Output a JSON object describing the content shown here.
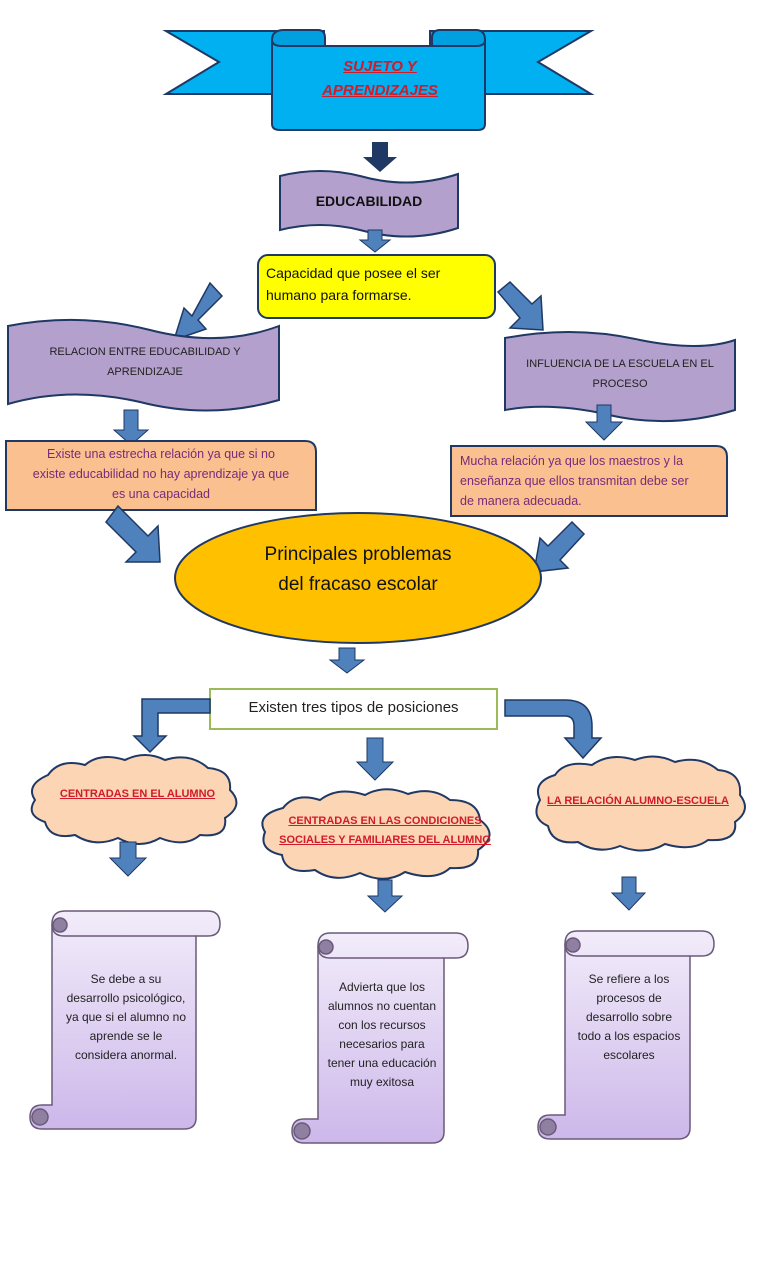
{
  "title": {
    "line1": "SUJETO Y",
    "line2": "APRENDIZAJES"
  },
  "educabilidad": {
    "label": "EDUCABILIDAD"
  },
  "definition": {
    "line1": "Capacidad que posee el ser",
    "line2": "humano para formarse."
  },
  "left_branch": {
    "heading_line1": "RELACION ENTRE EDUCABILIDAD Y",
    "heading_line2": "APRENDIZAJE",
    "text_line1": "Existe una estrecha relación  ya que si no",
    "text_line2": "existe educabilidad no hay aprendizaje ya que",
    "text_line3": "es una capacidad"
  },
  "right_branch": {
    "heading_line1": "INFLUENCIA DE LA ESCUELA EN EL",
    "heading_line2": "PROCESO",
    "text_line1": "Mucha relación ya que los maestros y la",
    "text_line2": "enseñanza que ellos transmitan debe ser",
    "text_line3": "de manera adecuada."
  },
  "central": {
    "line1": "Principales problemas",
    "line2": "del fracaso escolar"
  },
  "positions": {
    "label": "Existen tres tipos de posiciones"
  },
  "categories": [
    {
      "title_line1": "CENTRADAS EN EL ALUMNO",
      "title_line2": "",
      "scroll_lines": [
        "Se debe a su",
        "desarrollo psicológico,",
        "ya que si el alumno no",
        "aprende se le",
        "considera anormal."
      ]
    },
    {
      "title_line1": "CENTRADAS EN LAS CONDICIONES",
      "title_line2": "SOCIALES Y FAMILIARES DEL ALUMNO",
      "scroll_lines": [
        "Advierta que los",
        "alumnos no cuentan",
        "con los recursos",
        "necesarios para",
        "tener una educación",
        "muy exitosa"
      ]
    },
    {
      "title_line1": "LA RELACIÓN ALUMNO-ESCUELA",
      "title_line2": "",
      "scroll_lines": [
        "Se refiere a los",
        "procesos de",
        "desarrollo  sobre",
        "todo a los espacios",
        "escolares"
      ]
    }
  ],
  "colors": {
    "banner": "#00b0f0",
    "wave": "#b4a0cc",
    "yellow": "#ffff00",
    "peach": "#fac090",
    "ellipse": "#ffc000",
    "arrow": "#4f81bd",
    "arrow_dark": "#1f3864",
    "cloud": "#fcd5b4",
    "scroll": "#ddd0f0",
    "title_red": "#d11a2a"
  }
}
